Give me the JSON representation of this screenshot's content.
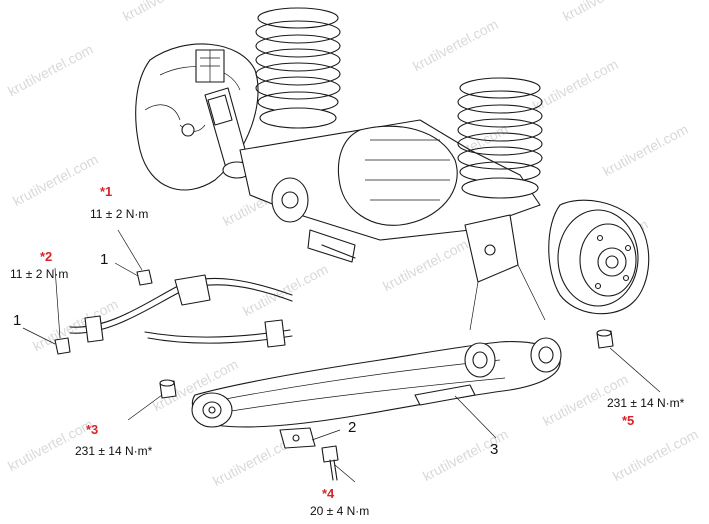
{
  "colors": {
    "callout_red": "#d8242a",
    "line": "#1a1a1a",
    "watermark": "#d9d9d9"
  },
  "watermark": "krutilvertel.com",
  "callouts": {
    "star1": "*1",
    "star2": "*2",
    "star3": "*3",
    "star4": "*4",
    "star5": "*5",
    "torque1": "11 ± 2 N·m",
    "torque2": "11 ± 2 N·m",
    "torque3": "231 ± 14 N·m*",
    "torque4": "20 ± 4 N·m",
    "torque5": "231 ± 14 N·m*",
    "part1a": "1",
    "part1b": "1",
    "part2": "2",
    "part3": "3"
  }
}
